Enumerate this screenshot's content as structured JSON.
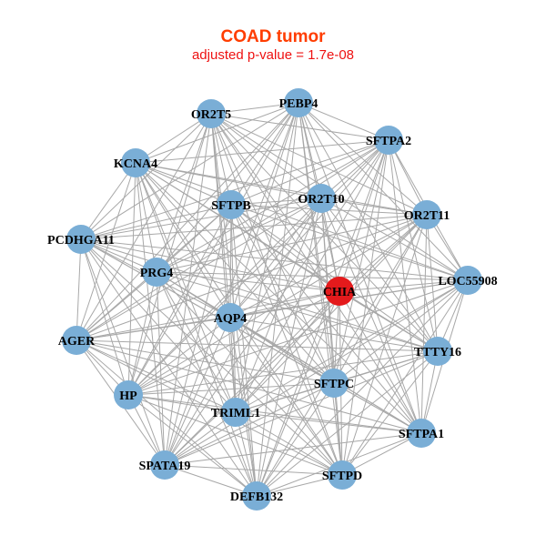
{
  "title": "COAD tumor",
  "subtitle": "adjusted p-value = 1.7e-08",
  "colors": {
    "node": "#7aaed6",
    "highlight": "#e41a1c",
    "edge": "#a8a8a8"
  },
  "nodes": [
    {
      "id": "OR2T5"
    },
    {
      "id": "PEBP4"
    },
    {
      "id": "SFTPA2"
    },
    {
      "id": "KCNA4"
    },
    {
      "id": "OR2T10"
    },
    {
      "id": "OR2T11"
    },
    {
      "id": "SFTPB"
    },
    {
      "id": "PCDHGA11"
    },
    {
      "id": "LOC55908"
    },
    {
      "id": "PRG4"
    },
    {
      "id": "CHIA",
      "highlight": true
    },
    {
      "id": "AQP4"
    },
    {
      "id": "AGER"
    },
    {
      "id": "TTTY16"
    },
    {
      "id": "SFTPC"
    },
    {
      "id": "HP"
    },
    {
      "id": "TRIML1"
    },
    {
      "id": "SFTPA1"
    },
    {
      "id": "SPATA19"
    },
    {
      "id": "SFTPD"
    },
    {
      "id": "DEFB132"
    }
  ]
}
